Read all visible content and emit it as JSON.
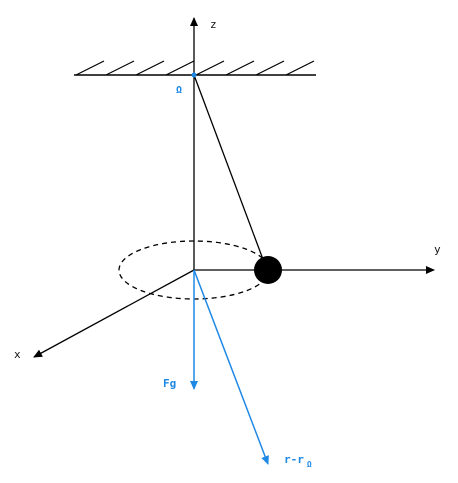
{
  "labels": {
    "z_axis": "z",
    "y_axis": "y",
    "x_axis": "x",
    "pivot": "Ω",
    "gravity": "Fg",
    "relative_vector": "r-r",
    "relative_vector_sub": "Ω"
  },
  "colors": {
    "line": "#000000",
    "accent": "#1e88e5",
    "bob": "#000000"
  }
}
